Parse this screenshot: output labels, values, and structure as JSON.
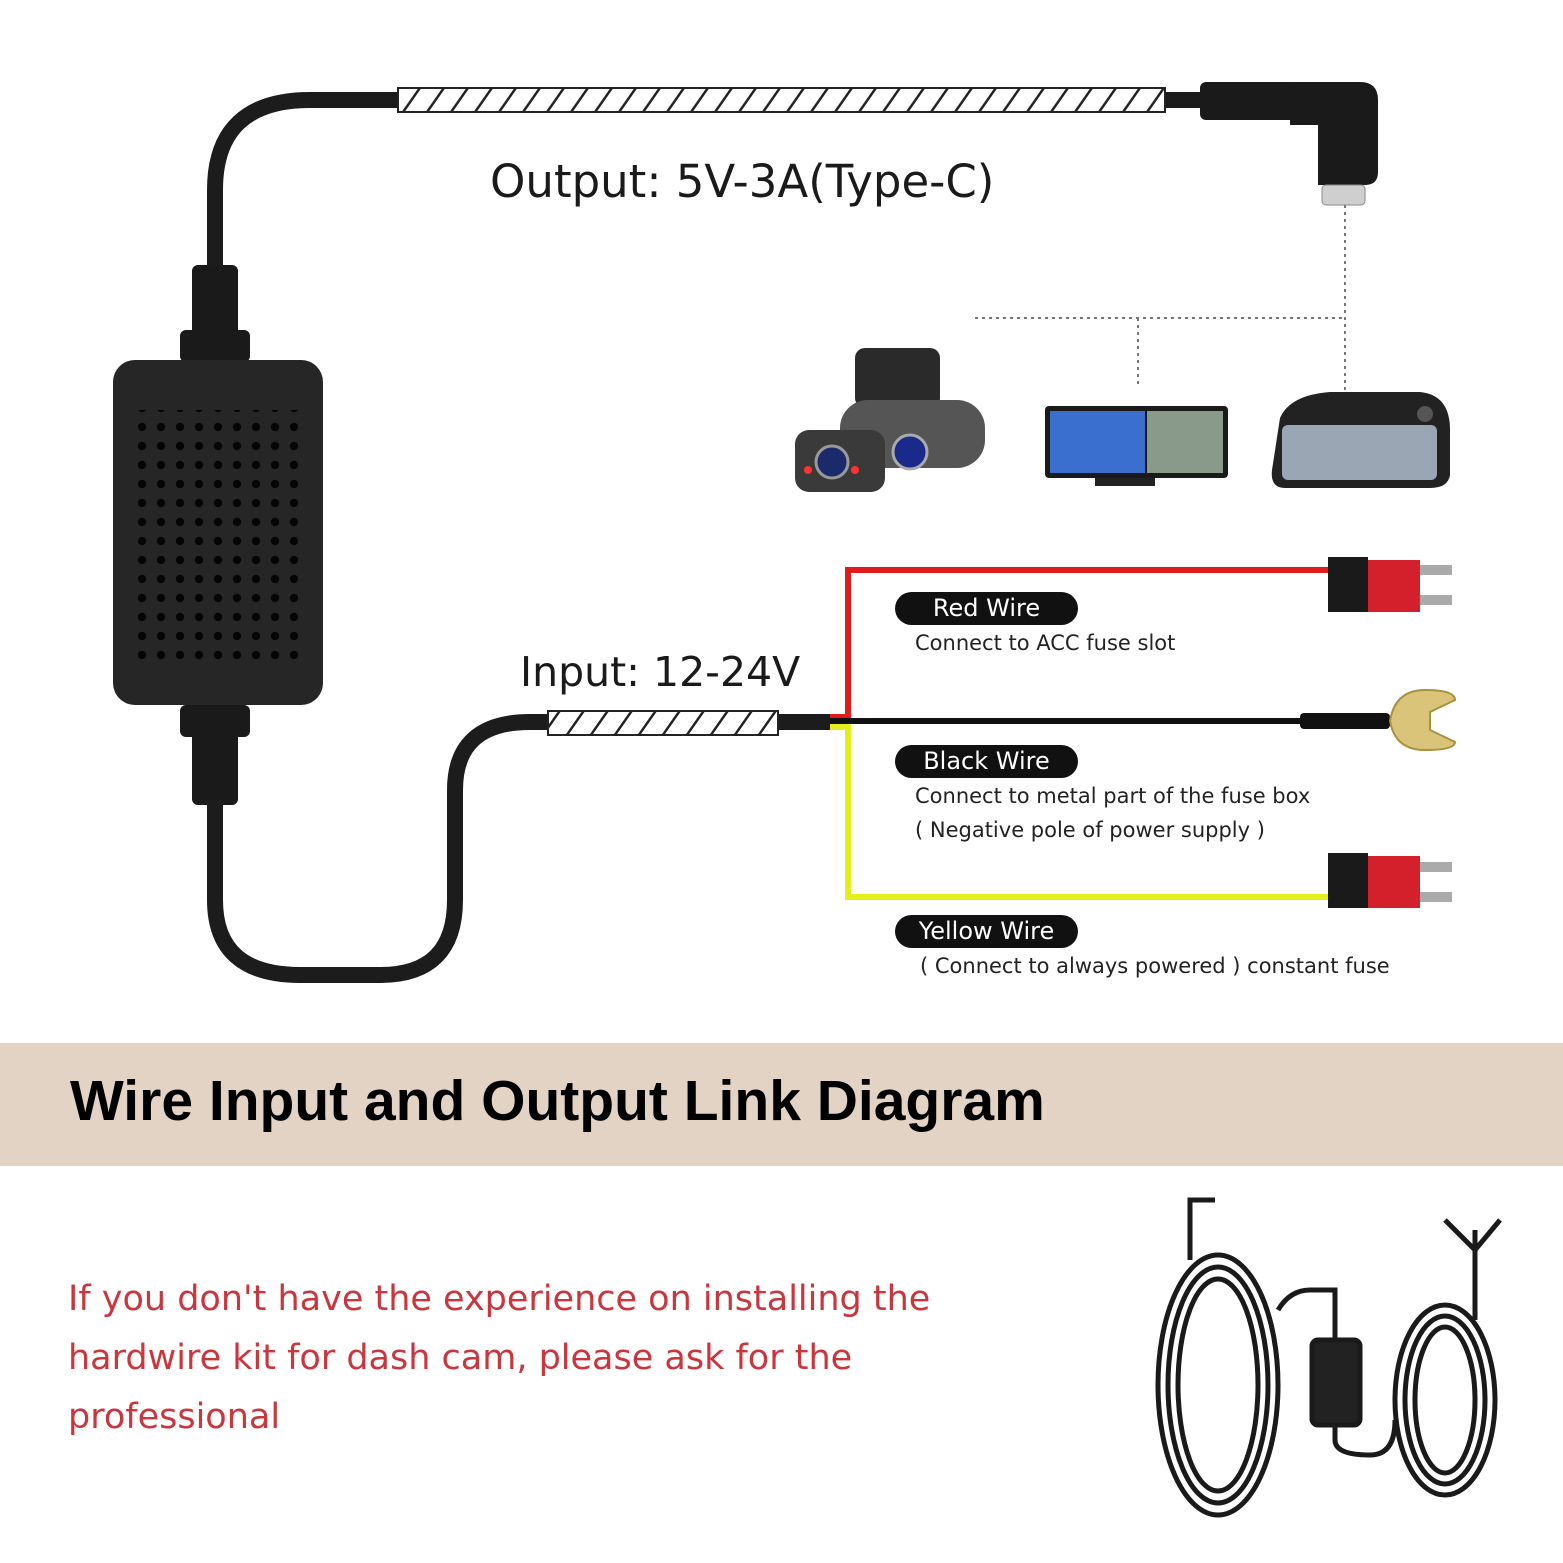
{
  "diagram": {
    "output_label": "Output: 5V-3A(Type-C)",
    "input_label": "Input: 12-24V",
    "devices": [
      "dash-cam",
      "carplay-screen",
      "mirror-dash-cam"
    ],
    "wires": [
      {
        "name": "Red Wire",
        "description": [
          "Connect to ACC fuse slot"
        ],
        "color": "#e01b1b"
      },
      {
        "name": "Black Wire",
        "description": [
          "Connect to metal part of the fuse box",
          "( Negative pole of power supply )"
        ],
        "color": "#111111"
      },
      {
        "name": "Yellow Wire",
        "description": [
          "( Connect to always powered ) constant fuse"
        ],
        "color": "#e4ee1a"
      }
    ]
  },
  "banner": {
    "title": "Wire Input and Output Link Diagram",
    "color": "#e3d3c5"
  },
  "note": {
    "text": "If you don't have the experience on installing the hardwire kit for dash cam, please ask for the professional",
    "color": "#c9363d"
  }
}
